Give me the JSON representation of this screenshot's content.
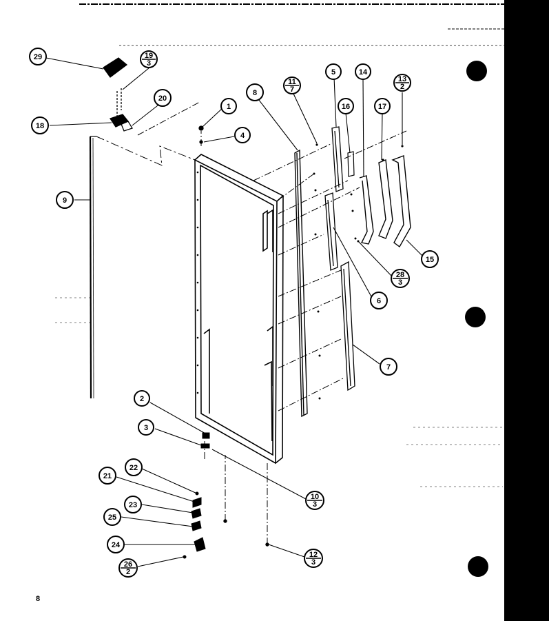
{
  "callouts": [
    {
      "id": "29",
      "label": "29"
    },
    {
      "id": "19-3",
      "num": "19",
      "den": "3"
    },
    {
      "id": "20",
      "label": "20"
    },
    {
      "id": "18",
      "label": "18"
    },
    {
      "id": "1",
      "label": "1"
    },
    {
      "id": "4",
      "label": "4"
    },
    {
      "id": "8",
      "label": "8"
    },
    {
      "id": "11-7",
      "num": "11",
      "den": "7"
    },
    {
      "id": "5",
      "label": "5"
    },
    {
      "id": "14",
      "label": "14"
    },
    {
      "id": "13-2",
      "num": "13",
      "den": "2"
    },
    {
      "id": "16",
      "label": "16"
    },
    {
      "id": "17",
      "label": "17"
    },
    {
      "id": "9",
      "label": "9"
    },
    {
      "id": "15",
      "label": "15"
    },
    {
      "id": "28-3",
      "num": "28",
      "den": "3"
    },
    {
      "id": "6",
      "label": "6"
    },
    {
      "id": "7",
      "label": "7"
    },
    {
      "id": "2",
      "label": "2"
    },
    {
      "id": "3",
      "label": "3"
    },
    {
      "id": "22",
      "label": "22"
    },
    {
      "id": "21",
      "label": "21"
    },
    {
      "id": "23",
      "label": "23"
    },
    {
      "id": "25",
      "label": "25"
    },
    {
      "id": "10-3",
      "num": "10",
      "den": "3"
    },
    {
      "id": "24",
      "label": "24"
    },
    {
      "id": "26-2",
      "num": "26",
      "den": "2"
    },
    {
      "id": "12-3",
      "num": "12",
      "den": "3"
    }
  ],
  "page_number": "8"
}
